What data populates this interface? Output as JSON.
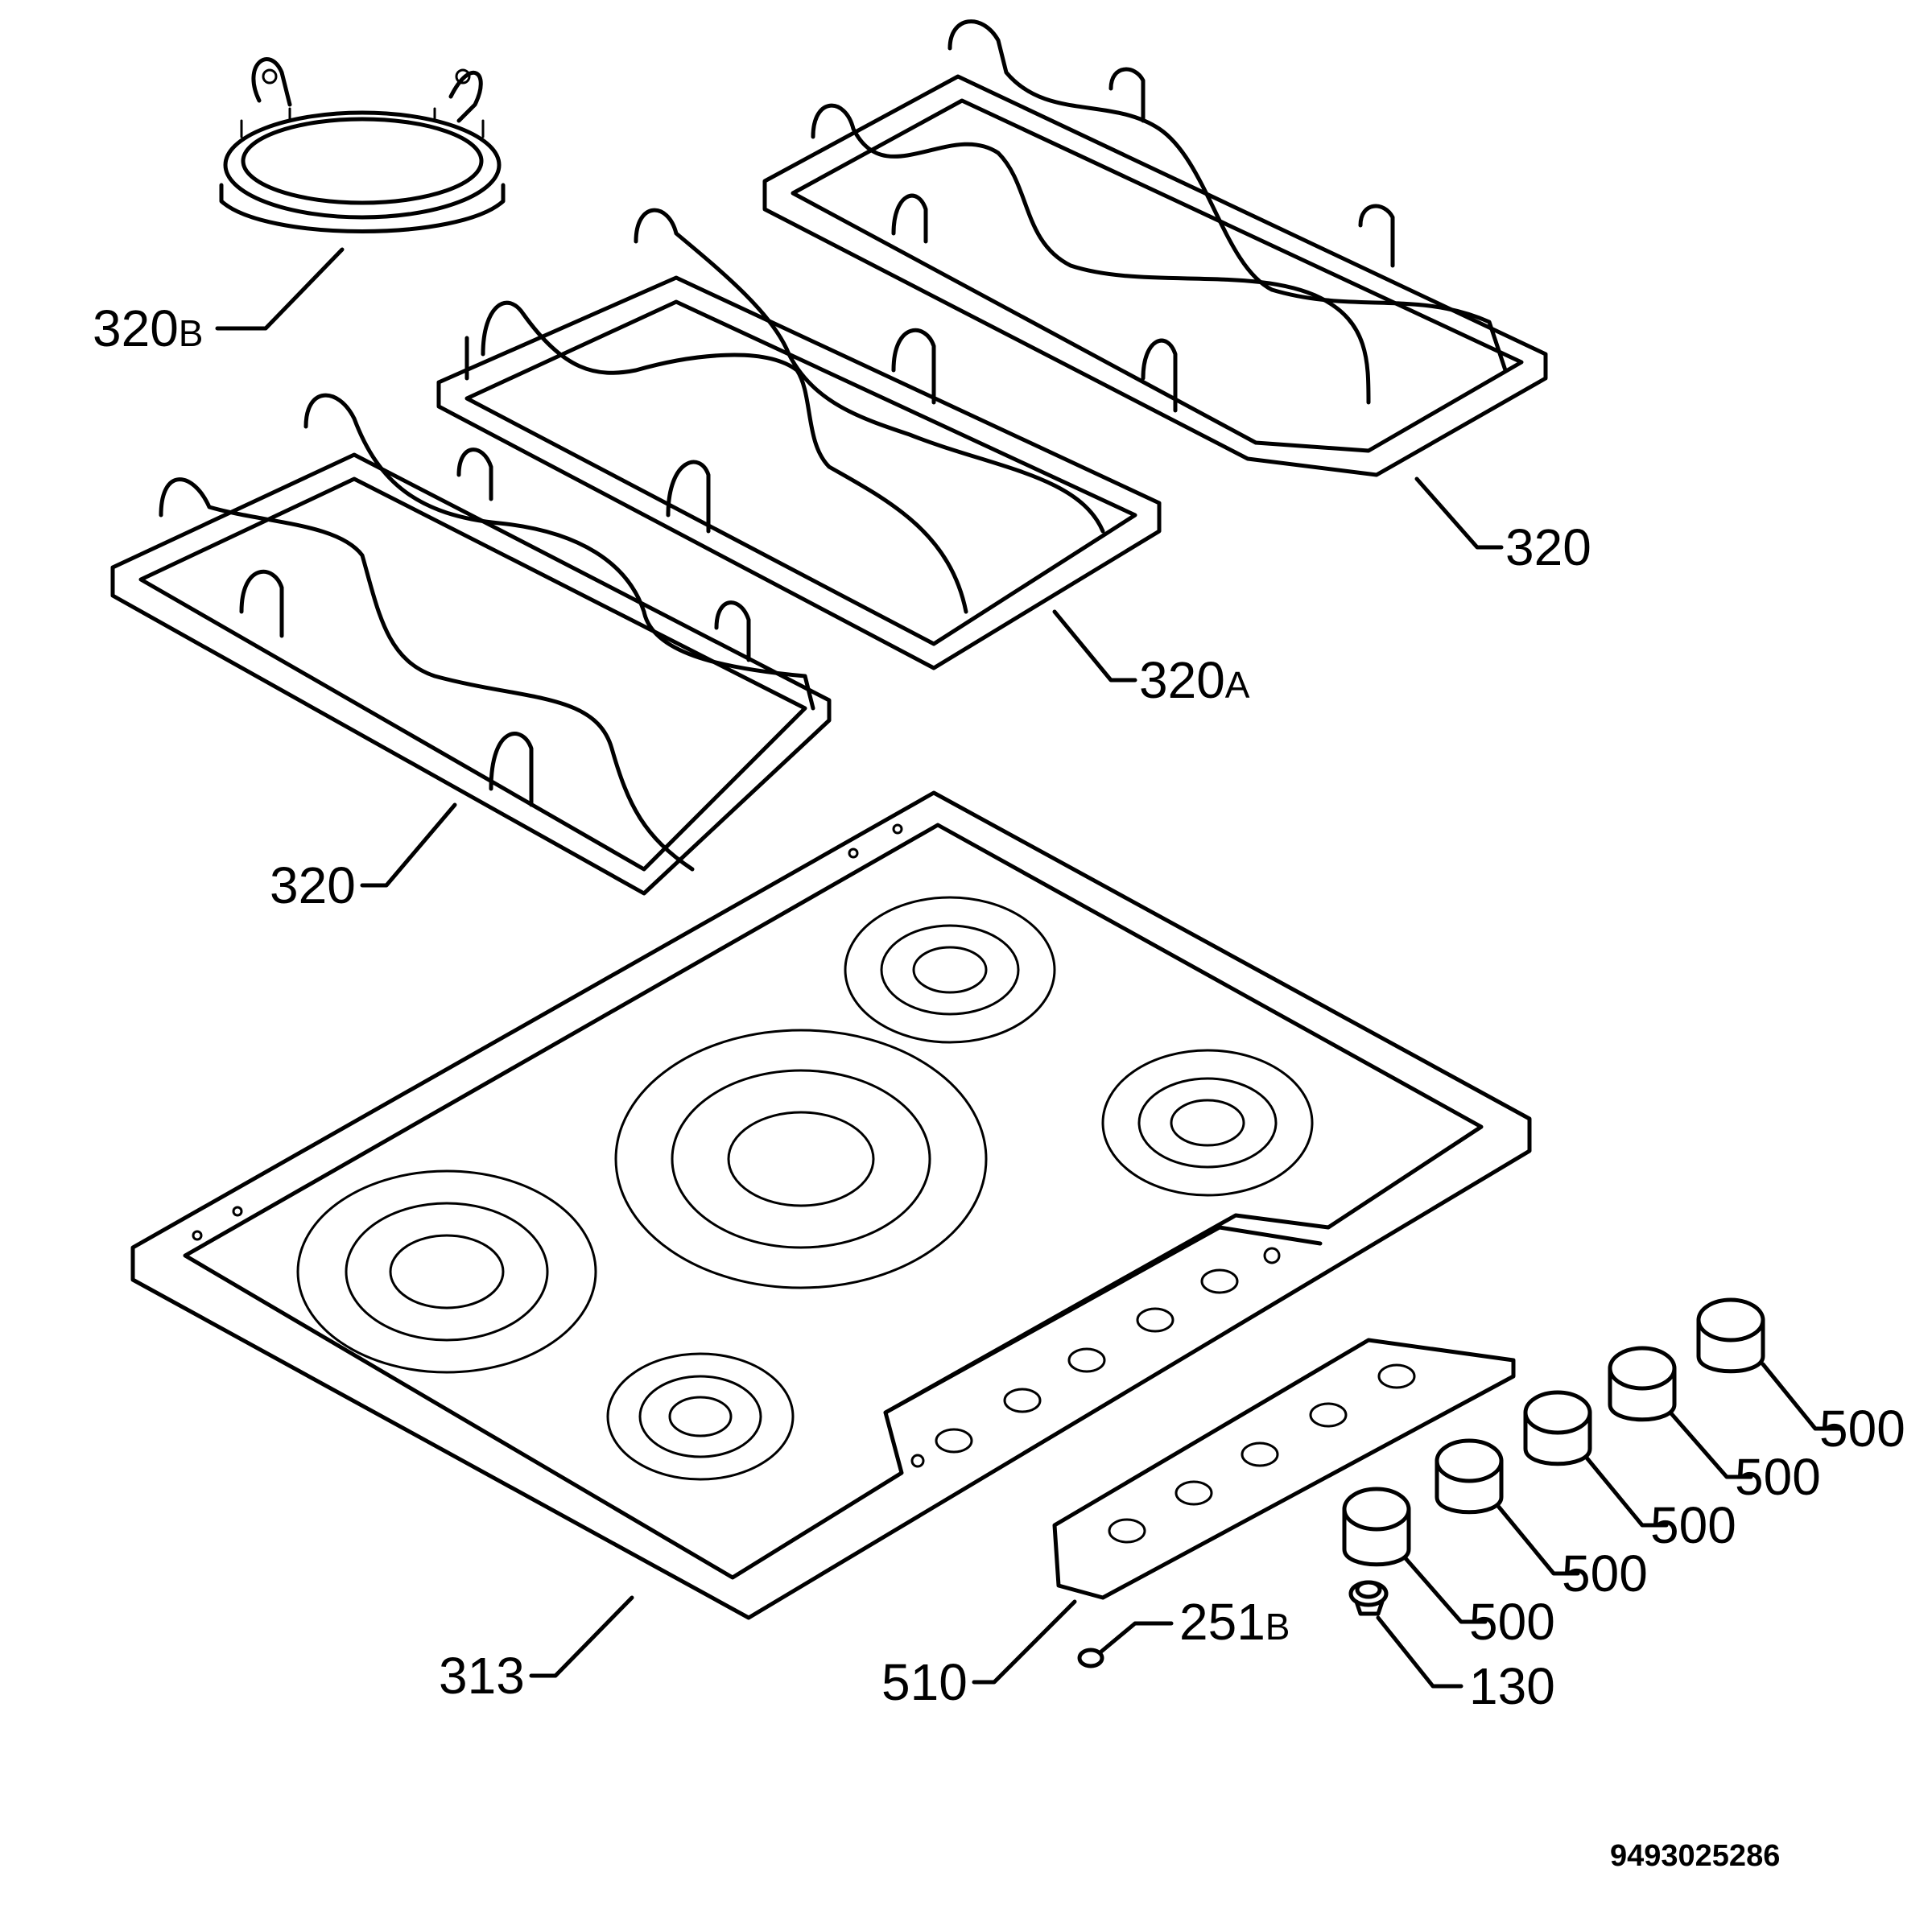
{
  "callouts": {
    "ring_320b": {
      "num": "320",
      "suffix": "B"
    },
    "grid_320_top": {
      "num": "320",
      "suffix": ""
    },
    "grid_320a": {
      "num": "320",
      "suffix": "A"
    },
    "grid_320_left": {
      "num": "320",
      "suffix": ""
    },
    "hob_313": {
      "num": "313",
      "suffix": ""
    },
    "panel_510": {
      "num": "510",
      "suffix": ""
    },
    "part_251b": {
      "num": "251",
      "suffix": "B"
    },
    "knob_1": {
      "num": "500",
      "suffix": ""
    },
    "knob_2": {
      "num": "500",
      "suffix": ""
    },
    "knob_3": {
      "num": "500",
      "suffix": ""
    },
    "knob_4": {
      "num": "500",
      "suffix": ""
    },
    "knob_5": {
      "num": "500",
      "suffix": ""
    },
    "part_130": {
      "num": "130",
      "suffix": ""
    }
  },
  "document_number": "9493025286"
}
